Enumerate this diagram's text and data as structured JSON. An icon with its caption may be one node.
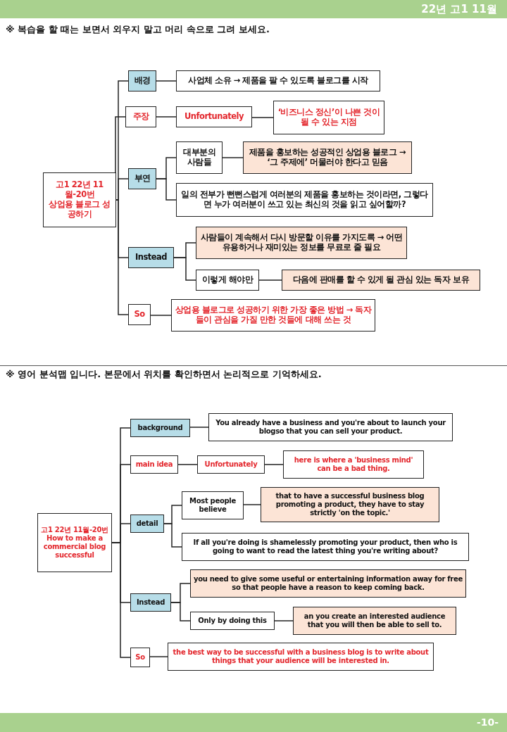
{
  "diagram": {
    "nodes": [
      {
        "text": [
          "고1 22년 11월-20번",
          "상업용 블로그 성공하기"
        ]
      },
      {
        "text": [
          "배경"
        ]
      },
      {
        "text": [
          "사업체 소유 → 제품을 팔 수 있도록 블로그를 시작"
        ]
      },
      {
        "text": [
          "주장"
        ]
      },
      {
        "text": [
          "Unfortunately"
        ]
      },
      {
        "text": [
          "‘비즈니스 정신’이 나쁜 것이 될 수 있는 지점"
        ]
      },
      {
        "text": [
          "부연"
        ]
      },
      {
        "text": [
          "대부분의 사람들"
        ]
      },
      {
        "text": [
          "제품을 홍보하는 성공적인 상업용 블로그 → ‘그 주제에’ 머물러야 한다고 믿음"
        ]
      },
      {
        "text": [
          "일의 전부가 뻔뻔스럽게 여러분의 제품을 홍보하는 것이라면, 그렇다면 누가 여러분이 쓰고 있는 최신의 것을 읽고 싶어할까?"
        ]
      },
      {
        "text": [
          "Instead"
        ]
      },
      {
        "text": [
          "사람들이 계속해서 다시 방문할 이유를 가지도록 → 어떤 유용하거나 재미있는 정보를 무료로 줄 필요"
        ]
      },
      {
        "text": [
          "이렇게 해야만"
        ]
      },
      {
        "text": [
          "다음에 판매를 할 수 있게 될 관심 있는 독자 보유"
        ]
      },
      {
        "text": [
          "So"
        ]
      },
      {
        "text": [
          "상업용 블로그로 성공하기 위한 가장 좋은 방법 → 독자들이 관심을 가질 만한 것들에 대해 쓰는 것"
        ]
      },
      {
        "text": [
          "고1 22년 11월-20번",
          "How to make a commercial blog successful"
        ]
      },
      {
        "text": [
          "background"
        ]
      },
      {
        "text": [
          "You already have a business and you're about to launch your blogso that you can sell your product."
        ]
      },
      {
        "text": [
          "main idea"
        ]
      },
      {
        "text": [
          "Unfortunately"
        ]
      },
      {
        "text": [
          "here is where a 'business mind' can be a bad thing."
        ]
      },
      {
        "text": [
          "detail"
        ]
      },
      {
        "text": [
          "Most people believe"
        ]
      },
      {
        "text": [
          "that to have a successful business blog promoting a product, they have to stay strictly 'on the topic.'"
        ]
      },
      {
        "text": [
          "If all you're doing is shamelessly promoting your product, then who is going to want to read the latest thing you're writing about?"
        ]
      },
      {
        "text": [
          "Instead"
        ]
      },
      {
        "text": [
          "you need to give some useful or entertaining information away for free so that people have a reason to keep coming back."
        ]
      },
      {
        "text": [
          "Only by doing this"
        ]
      },
      {
        "text": [
          "an you create an interested audience that you will then be able to sell to."
        ]
      },
      {
        "text": [
          "So"
        ]
      },
      {
        "text": [
          "the best way to be successful with a business blog is to write about things that your audience will be interested in."
        ]
      }
    ],
    "edges": [
      {
        "from": 0,
        "to": 1,
        "arrow": "none"
      },
      {
        "from": 0,
        "to": 3,
        "arrow": "none"
      },
      {
        "from": 0,
        "to": 6,
        "arrow": "none"
      },
      {
        "from": 0,
        "to": 10,
        "arrow": "none"
      },
      {
        "from": 0,
        "to": 14,
        "arrow": "none"
      },
      {
        "from": 1,
        "to": 2,
        "arrow": "none"
      },
      {
        "from": 3,
        "to": 4,
        "arrow": "none"
      },
      {
        "from": 4,
        "to": 5,
        "arrow": "none"
      },
      {
        "from": 6,
        "to": 7,
        "arrow": "none"
      },
      {
        "from": 6,
        "to": 9,
        "arrow": "none"
      },
      {
        "from": 7,
        "to": 8,
        "arrow": "none"
      },
      {
        "from": 10,
        "to": 11,
        "arrow": "none"
      },
      {
        "from": 10,
        "to": 12,
        "arrow": "none"
      },
      {
        "from": 12,
        "to": 13,
        "arrow": "none"
      },
      {
        "from": 14,
        "to": 15,
        "arrow": "none"
      },
      {
        "from": 16,
        "to": 17,
        "arrow": "none"
      },
      {
        "from": 16,
        "to": 19,
        "arrow": "none"
      },
      {
        "from": 16,
        "to": 22,
        "arrow": "none"
      },
      {
        "from": 16,
        "to": 26,
        "arrow": "none"
      },
      {
        "from": 16,
        "to": 30,
        "arrow": "none"
      },
      {
        "from": 17,
        "to": 18,
        "arrow": "none"
      },
      {
        "from": 19,
        "to": 20,
        "arrow": "none"
      },
      {
        "from": 20,
        "to": 21,
        "arrow": "none"
      },
      {
        "from": 22,
        "to": 23,
        "arrow": "none"
      },
      {
        "from": 22,
        "to": 25,
        "arrow": "none"
      },
      {
        "from": 23,
        "to": 24,
        "arrow": "none"
      },
      {
        "from": 26,
        "to": 27,
        "arrow": "none"
      },
      {
        "from": 26,
        "to": 28,
        "arrow": "none"
      },
      {
        "from": 28,
        "to": 29,
        "arrow": "none"
      },
      {
        "from": 30,
        "to": 31,
        "arrow": "none"
      }
    ],
    "labels": [
      "22년 고1 11월",
      "※ 복습을 할 때는 보면서 외우지 말고 머리 속으로 그려 보세요.",
      "※ 영어 분석맵 입니다. 본문에서 위치를 확인하면서 논리적으로 기억하세요.",
      "-10-"
    ]
  }
}
